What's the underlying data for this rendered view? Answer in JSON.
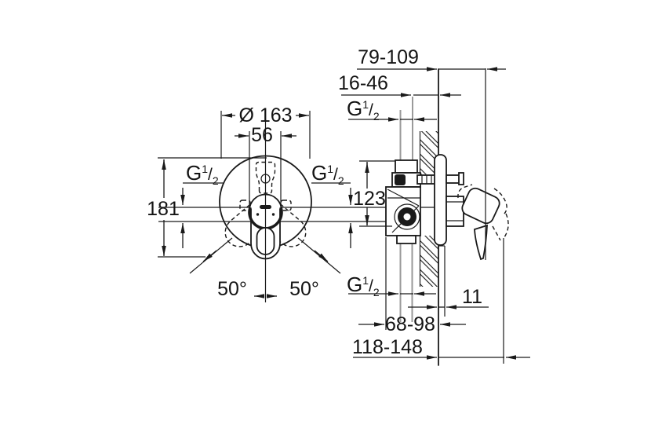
{
  "drawing": {
    "front_view": {
      "diameter": "Ø 163",
      "hole_spacing": "56",
      "height": "181",
      "swing_left": "50°",
      "swing_right": "50°"
    },
    "side_view": {
      "depth_front": "79-109",
      "depth_rough_in": "16-46",
      "body_height": "123",
      "tile_thickness": "11",
      "body_depth": "68-98",
      "total_depth": "118-148"
    },
    "thread": {
      "base": "G",
      "sup": "1",
      "slash": "/",
      "sub": "2"
    },
    "colors": {
      "line": "#1a1a1a",
      "pipe_gray": "#9a9a9a",
      "background": "#ffffff"
    }
  }
}
